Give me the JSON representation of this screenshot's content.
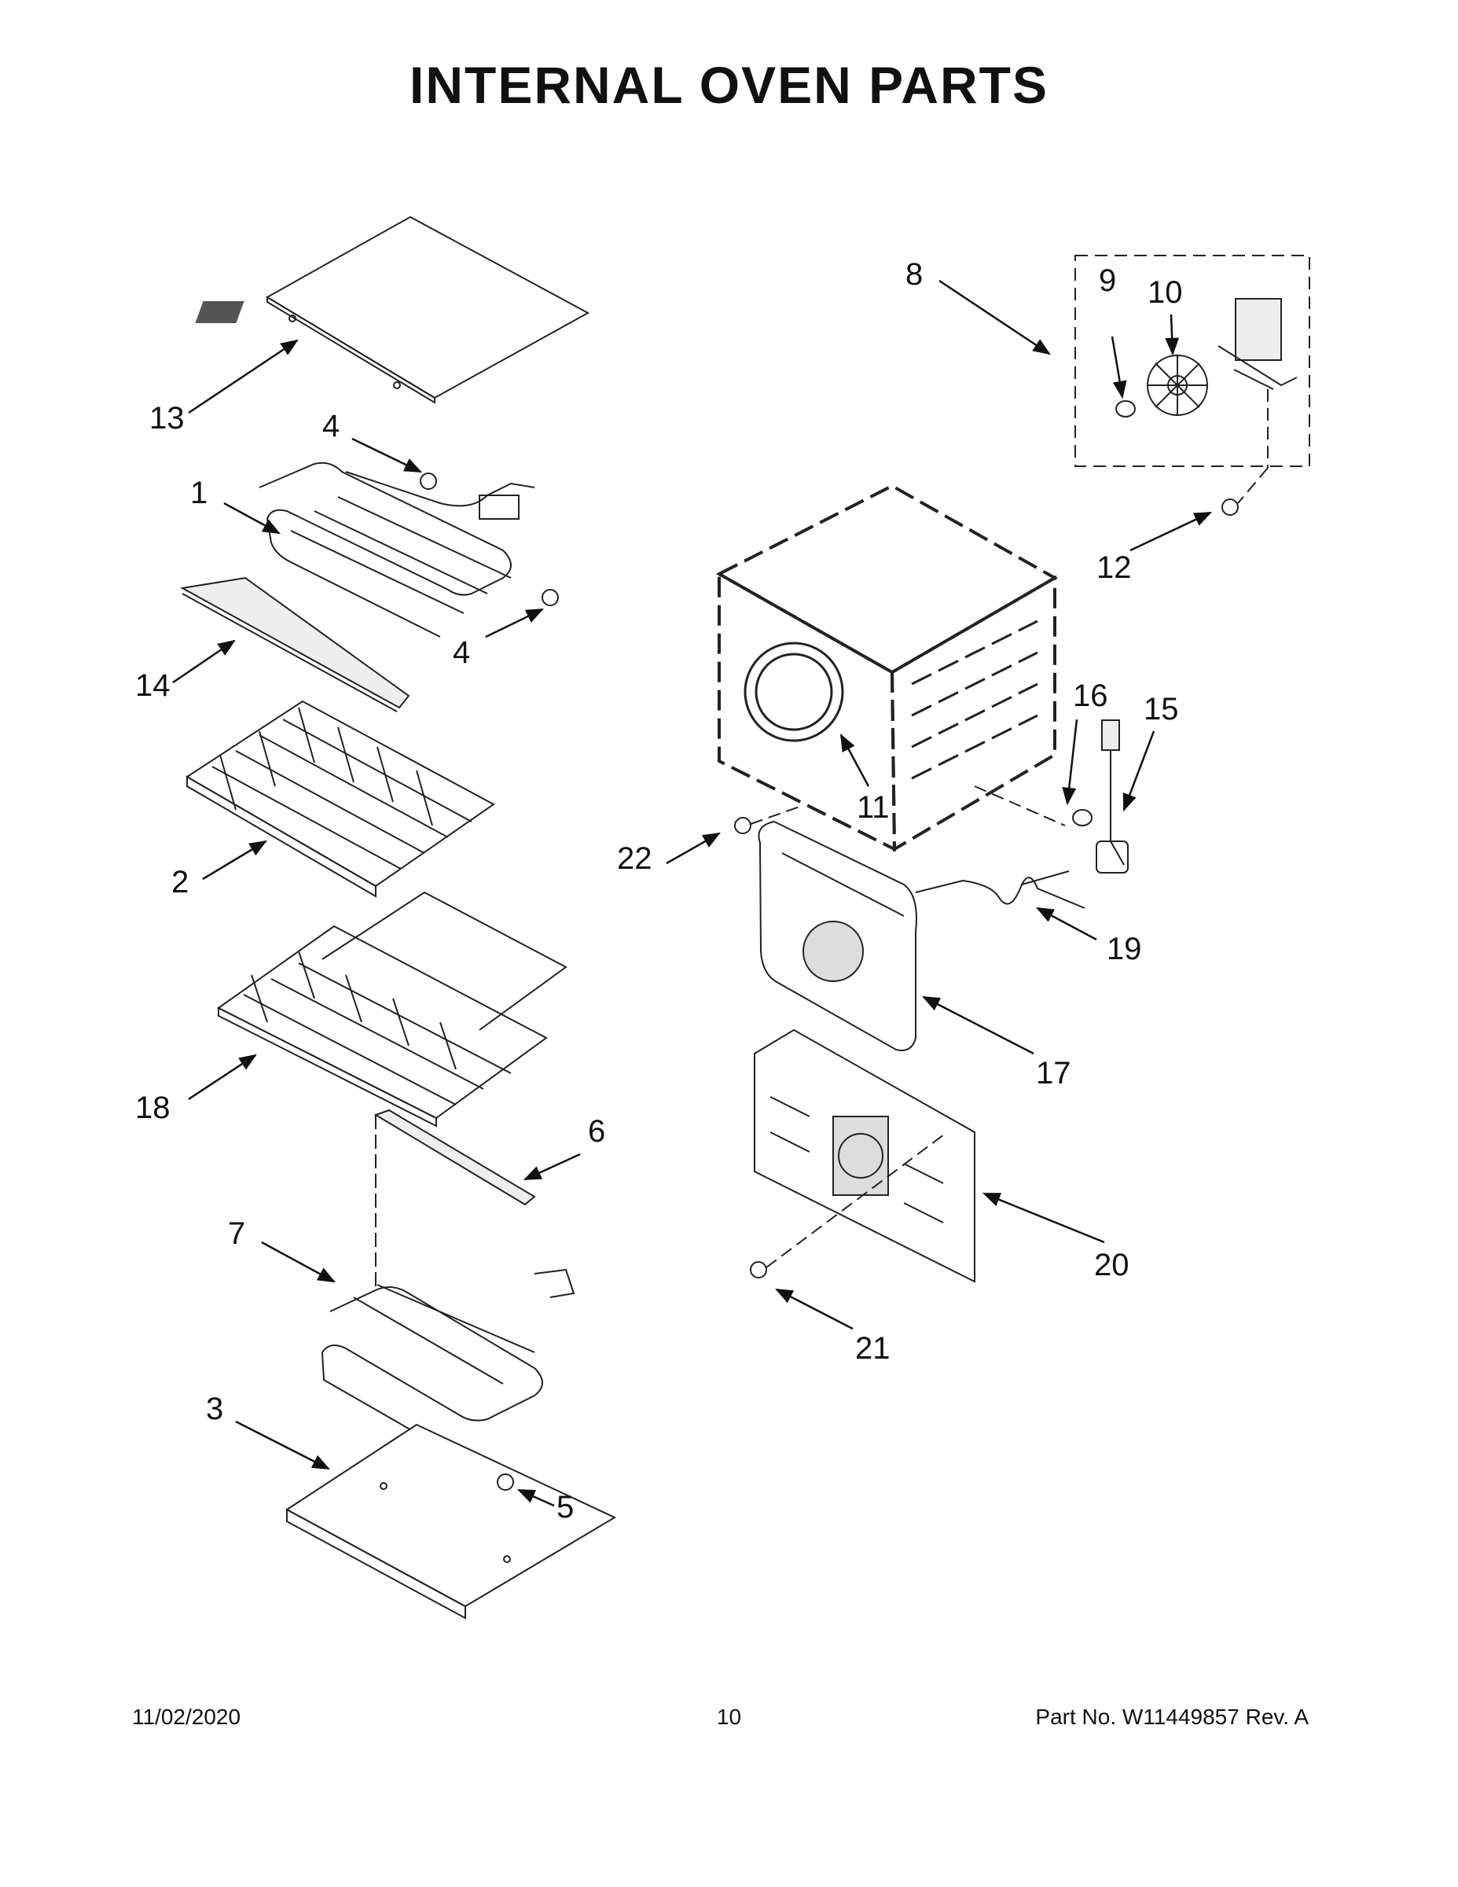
{
  "title": "INTERNAL OVEN PARTS",
  "callouts": {
    "c1": "1",
    "c2": "2",
    "c3": "3",
    "c4a": "4",
    "c4b": "4",
    "c5": "5",
    "c6": "6",
    "c7": "7",
    "c8": "8",
    "c9": "9",
    "c10": "10",
    "c11": "11",
    "c12": "12",
    "c13": "13",
    "c14": "14",
    "c15": "15",
    "c16": "16",
    "c17": "17",
    "c18": "18",
    "c19": "19",
    "c20": "20",
    "c21": "21",
    "c22": "22"
  },
  "footer": {
    "date": "11/02/2020",
    "page": "10",
    "part": "Part No.  W11449857  Rev.  A"
  }
}
